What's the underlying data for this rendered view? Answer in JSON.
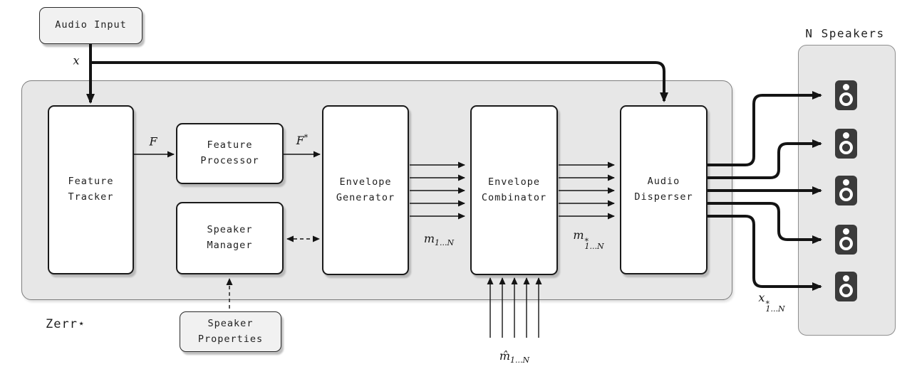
{
  "system": {
    "name": "Zerr⋆",
    "speakers_title": "N Speakers",
    "speakers_count": 5
  },
  "blocks": {
    "audio_input": {
      "label": "Audio Input"
    },
    "feature_tracker": {
      "line1": "Feature",
      "line2": "Tracker"
    },
    "feature_processor": {
      "line1": "Feature",
      "line2": "Processor"
    },
    "speaker_manager": {
      "line1": "Speaker",
      "line2": "Manager"
    },
    "envelope_generator": {
      "line1": "Envelope",
      "line2": "Generator"
    },
    "envelope_combinator": {
      "line1": "Envelope",
      "line2": "Combinator"
    },
    "audio_disperser": {
      "line1": "Audio",
      "line2": "Disperser"
    },
    "speaker_properties": {
      "line1": "Speaker",
      "line2": "Properties"
    }
  },
  "signals": {
    "x": "x",
    "f": "F",
    "f_star": {
      "base": "F",
      "sup": "*"
    },
    "m": {
      "base": "m",
      "sub": "1...N"
    },
    "m_star": {
      "base": "m",
      "sup": "*",
      "sub": "1...N"
    },
    "m_hat": {
      "base": "m̂",
      "sub": "1...N"
    },
    "x_star": {
      "base": "x",
      "sup": "*",
      "sub": "1...N"
    }
  },
  "colors": {
    "container_fill": "#e7e7e7",
    "block_fill": "#ffffff",
    "io_fill": "#f1f1f1",
    "line": "#141414",
    "speaker_icon": "#3b3b3b"
  }
}
